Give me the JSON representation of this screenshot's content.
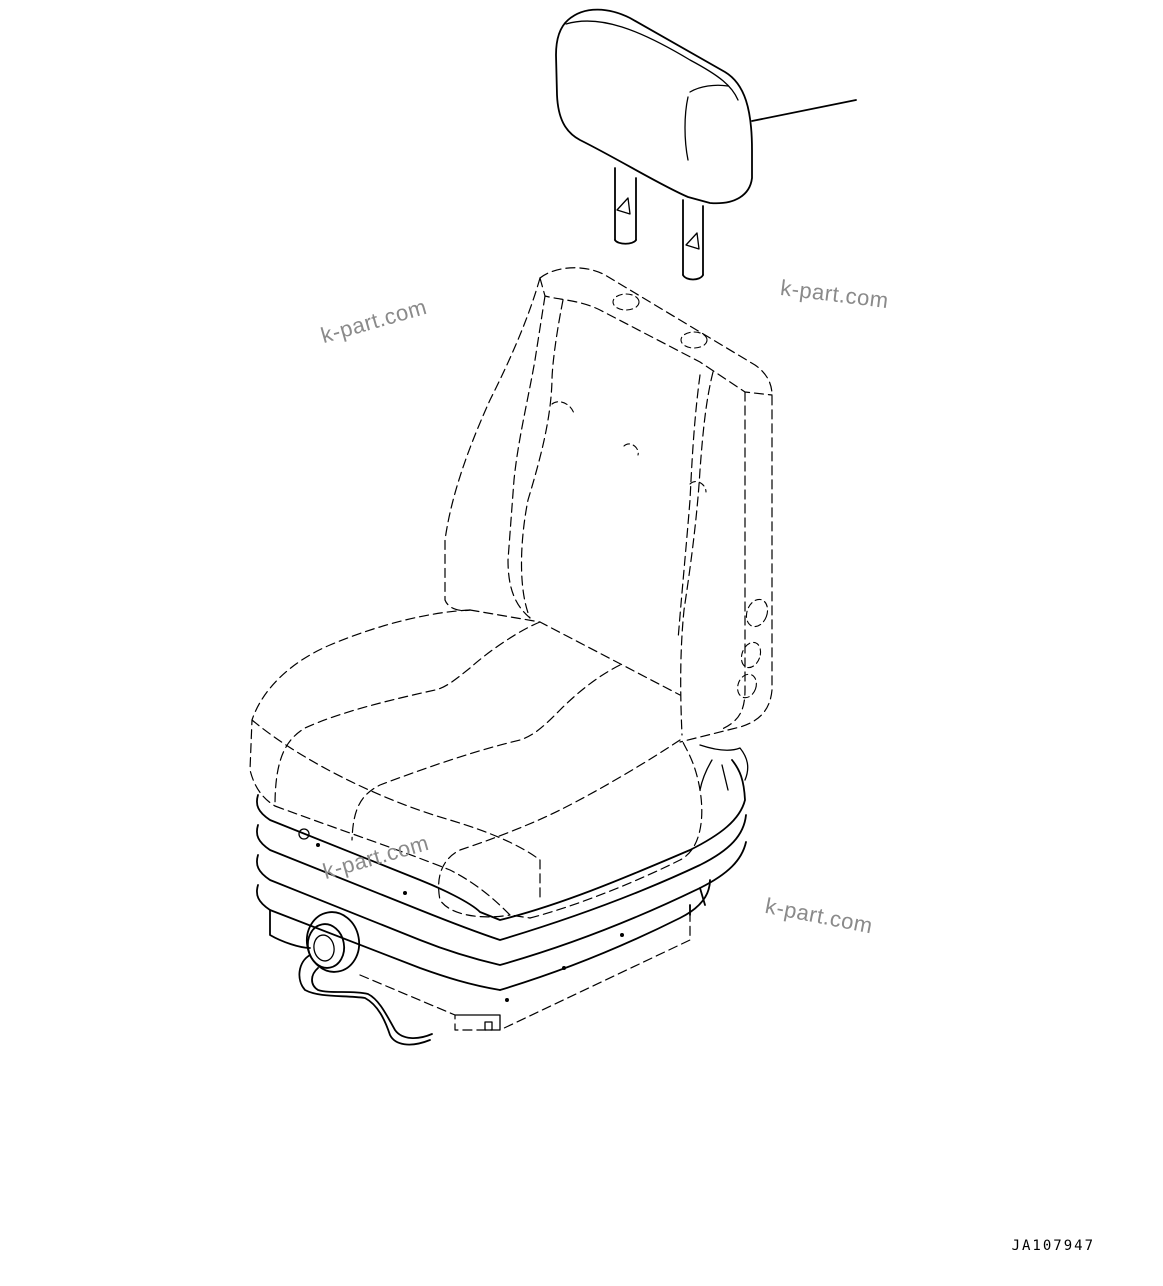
{
  "drawing": {
    "code": "JA107947",
    "watermarks": [
      "k-part.com",
      "k-part.com",
      "k-part.com",
      "k-part.com"
    ],
    "parts": [
      "headrest",
      "headrest-stay",
      "seat-back",
      "seat-cushion",
      "suspension-bellows",
      "adjustment-knob",
      "leader-line"
    ],
    "line_color": "#000000",
    "watermark_color": "#8a8a8a"
  }
}
